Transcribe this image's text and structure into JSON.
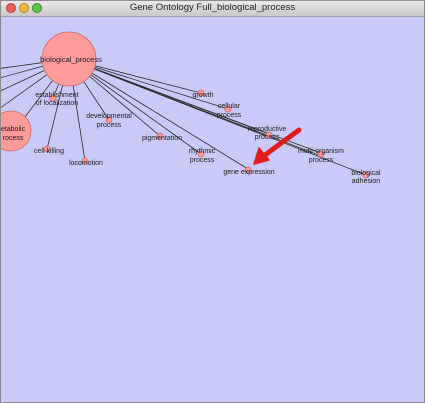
{
  "window": {
    "title": "Gene Ontology Full_biological_process"
  },
  "graph": {
    "colors": {
      "background": "#cacaf9",
      "node_fill": "#ff9a9a",
      "node_stroke": "#c86a6a",
      "edge": "#2a2a2a",
      "arrow": "#e01b1b"
    },
    "nodes": {
      "root": {
        "label": "biological_process"
      },
      "metabolic": {
        "label_line1": "etabolic",
        "label_line2": "rocess"
      },
      "establishment": {
        "label_line1": "establishment",
        "label_line2": "of localization"
      },
      "growth": {
        "label": "growth"
      },
      "cellular": {
        "label_line1": "cellular",
        "label_line2": "process"
      },
      "developmental": {
        "label_line1": "developmental",
        "label_line2": "process"
      },
      "reproductive": {
        "label_line1": "reproductive",
        "label_line2": "process"
      },
      "cell_killing": {
        "label": "cell killing"
      },
      "locomotion": {
        "label": "locomotion"
      },
      "pigmentation": {
        "label": "pigmentation"
      },
      "rhythmic": {
        "label_line1": "rhythmic",
        "label_line2": "process"
      },
      "multi_organism": {
        "label_line1": "multi-organism",
        "label_line2": "process"
      },
      "gene_expression": {
        "label": "gene expression"
      },
      "biological_adhesion": {
        "label_line1": "biological",
        "label_line2": "adhesion"
      }
    }
  }
}
